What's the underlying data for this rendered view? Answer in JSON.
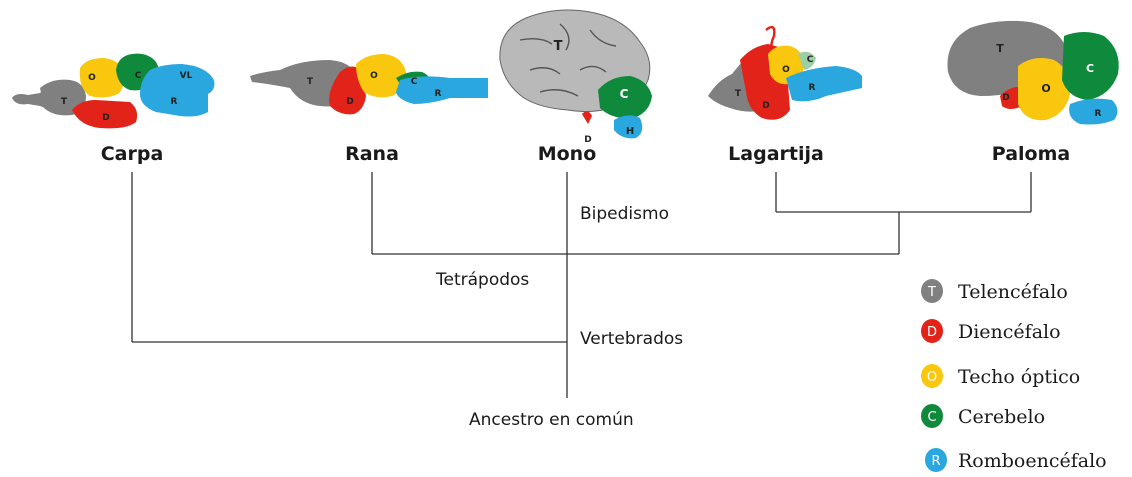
{
  "taxa": [
    "Carpa",
    "Rana",
    "Mono",
    "Lagartija",
    "Paloma"
  ],
  "clades": {
    "bipedismo": "Bipedismo",
    "tetrapodos": "Tetrápodos",
    "vertebrados": "Vertebrados",
    "ancestro": "Ancestro en común"
  },
  "legend": [
    {
      "letter": "T",
      "label": "Telencéfalo",
      "color": "#808080"
    },
    {
      "letter": "D",
      "label": "Diencéfalo",
      "color": "#e2231a"
    },
    {
      "letter": "O",
      "label": "Techo óptico",
      "color": "#f9c80e"
    },
    {
      "letter": "C",
      "label": "Cerebelo",
      "color": "#0f8a3c"
    },
    {
      "letter": "R",
      "label": "Romboencéfalo",
      "color": "#2aa7de"
    }
  ],
  "region_labels": {
    "carpa": [
      "T",
      "D",
      "O",
      "C",
      "VL",
      "R"
    ],
    "rana": [
      "T",
      "D",
      "O",
      "C",
      "R"
    ],
    "mono": [
      "T",
      "C",
      "H",
      "D"
    ],
    "lagartija": [
      "T",
      "D",
      "O",
      "C",
      "R"
    ],
    "paloma": [
      "T",
      "D",
      "O",
      "C",
      "R"
    ]
  },
  "colors": {
    "telencefalo": "#808080",
    "diencefalo": "#e2231a",
    "techo_optico": "#f9c80e",
    "cerebelo": "#0f8a3c",
    "romboencefalo": "#2aa7de",
    "mono_cortex": "#b9b9b9"
  }
}
